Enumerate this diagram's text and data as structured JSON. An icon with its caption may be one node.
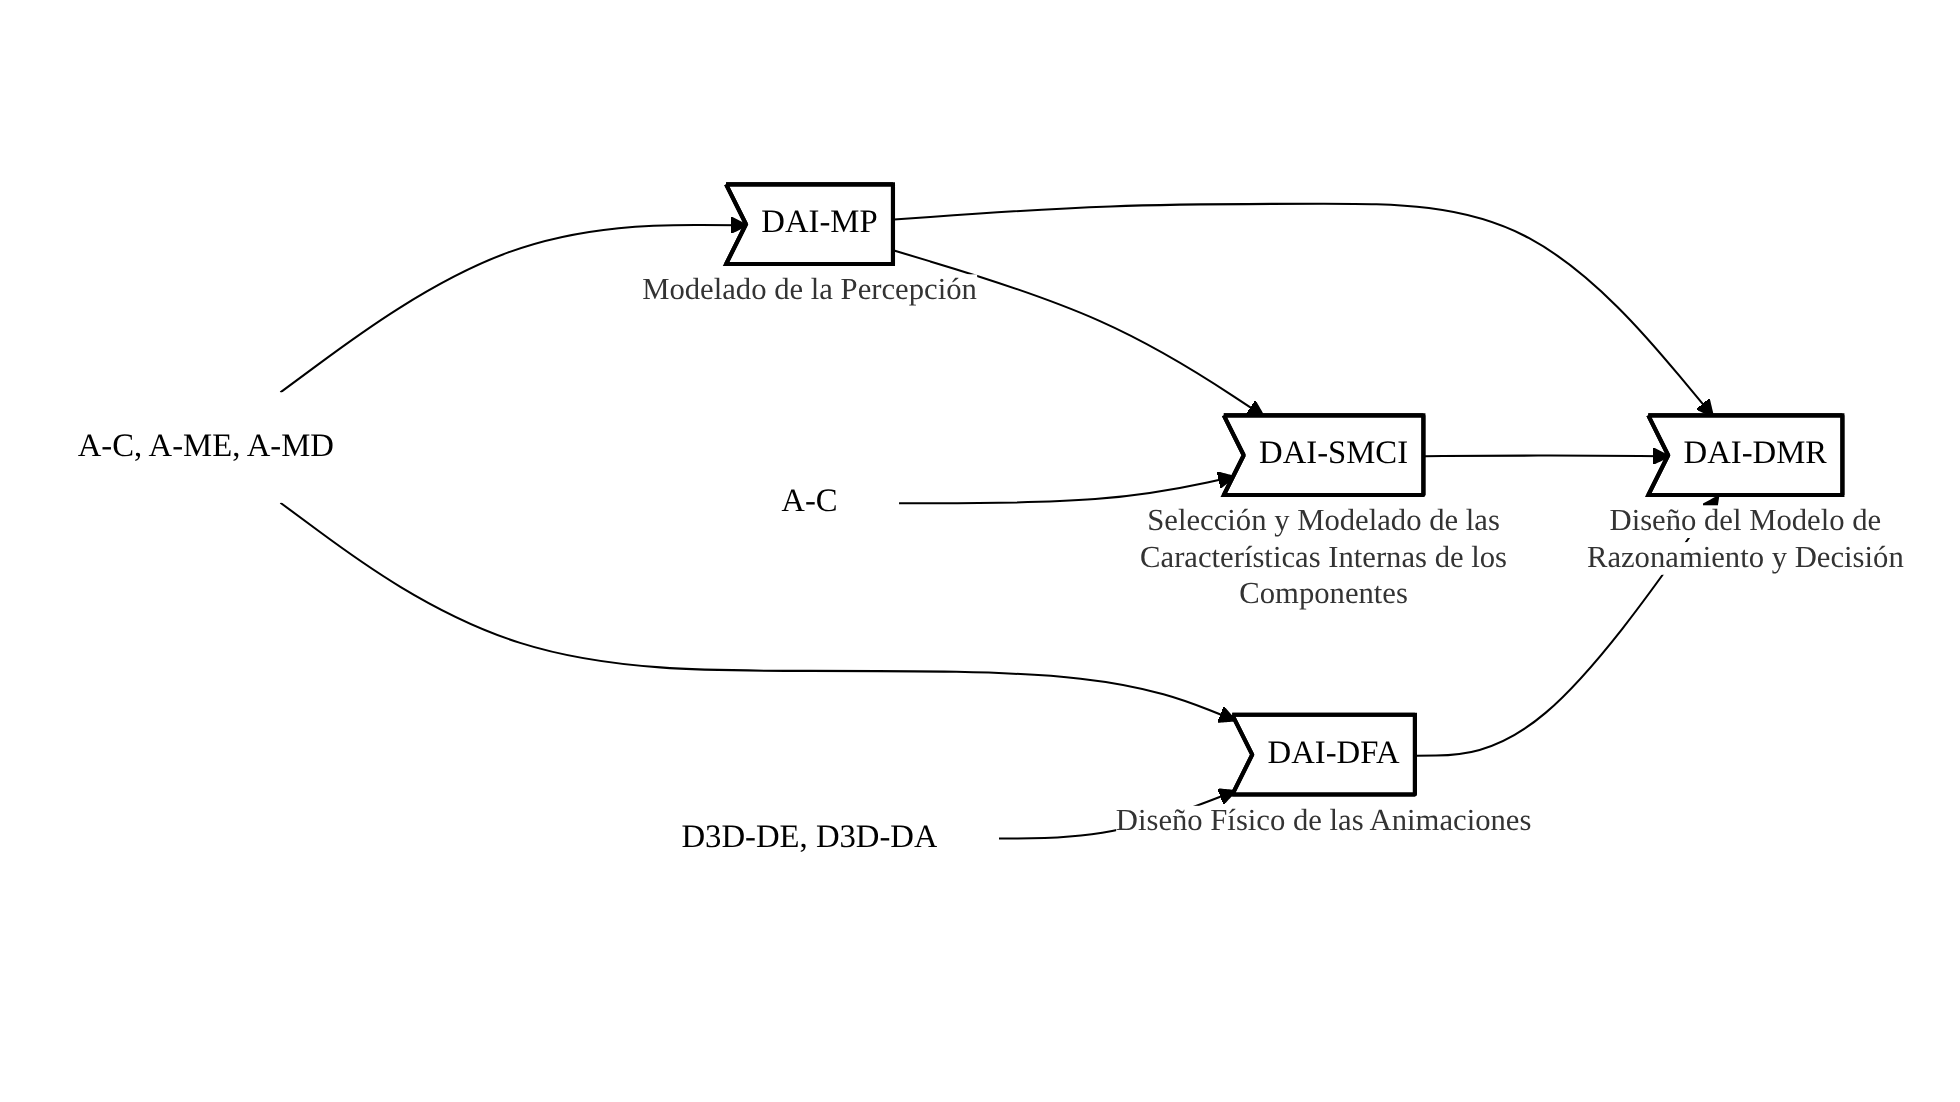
{
  "diagram": {
    "nodes": [
      {
        "text": [
          "A-C, A-ME, A-MD"
        ]
      },
      {
        "text": [
          "DAI-MP"
        ],
        "beside": [
          "Modelado de la Percepción"
        ]
      },
      {
        "text": [
          "A-C"
        ]
      },
      {
        "text": [
          "DAI-SMCI"
        ],
        "beside": [
          "Selección y Modelado de las Características Internas de los Componentes"
        ]
      },
      {
        "text": [
          "DAI-DMR"
        ],
        "beside": [
          "Diseño del Modelo de Razonamiento y Decisión"
        ]
      },
      {
        "text": [
          "D3D-DE, D3D-DA"
        ]
      },
      {
        "text": [
          "DAI-DFA"
        ],
        "beside": [
          "Diseño Físico de las Animaciones"
        ]
      }
    ],
    "edges": [
      {
        "from": 0,
        "to": 1,
        "arrow": "to"
      },
      {
        "from": 1,
        "to": 3,
        "arrow": "to"
      },
      {
        "from": 1,
        "to": 4,
        "arrow": "to"
      },
      {
        "from": 2,
        "to": 3,
        "arrow": "to"
      },
      {
        "from": 3,
        "to": 4,
        "arrow": "to"
      },
      {
        "from": 0,
        "to": 6,
        "arrow": "to"
      },
      {
        "from": 5,
        "to": 6,
        "arrow": "to"
      },
      {
        "from": 6,
        "to": 4,
        "arrow": "to"
      }
    ]
  }
}
